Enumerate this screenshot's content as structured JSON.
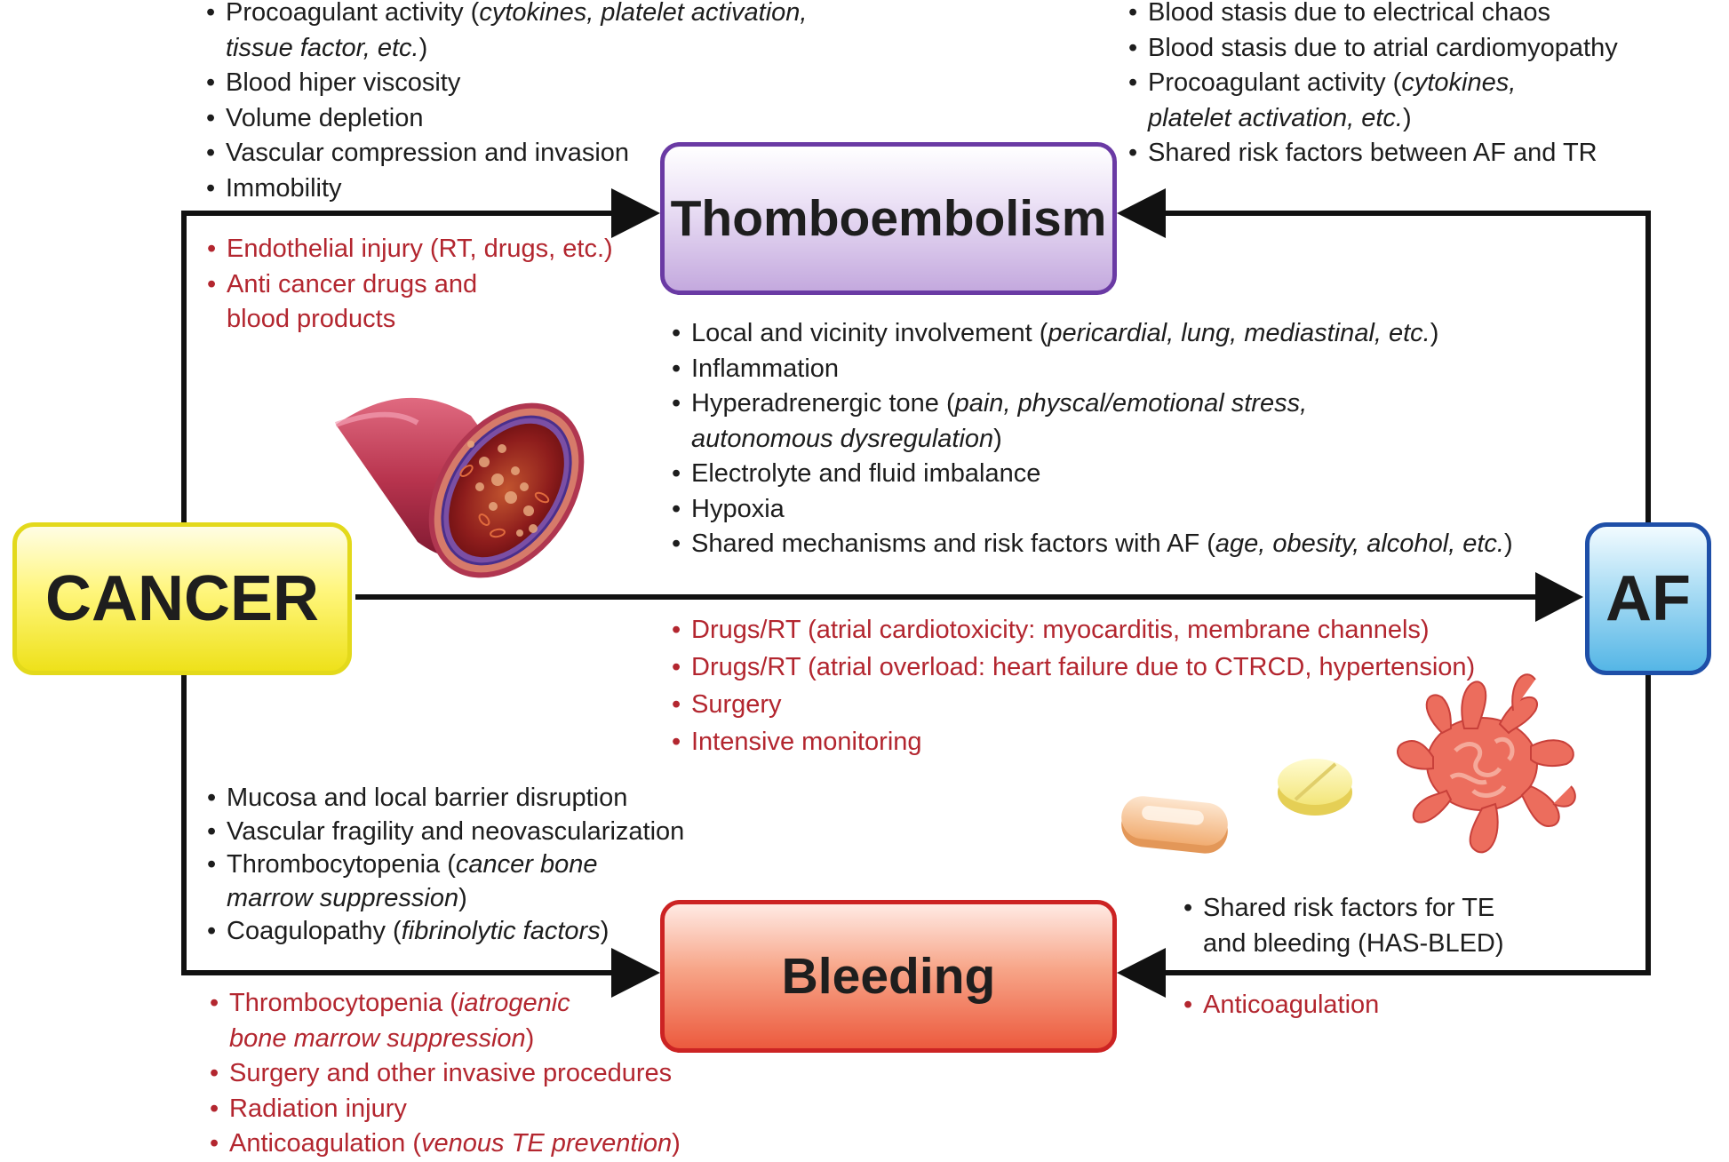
{
  "nodes": {
    "thromboembolism": "Thomboembolism",
    "bleeding": "Bleeding",
    "cancer": "CANCER",
    "af": "AF"
  },
  "colors": {
    "thromboembolism_border": "#6a3aa4",
    "bleeding_border": "#cc2323",
    "cancer_border": "#e3d91b",
    "af_border": "#1e4fa8",
    "arrow": "#111111",
    "black_text": "#1d1d1d",
    "red_text": "#b3262f"
  },
  "cancer_to_te": {
    "black": [
      {
        "text": "Procoagulant activity (",
        "italic": "cytokines, platelet activation,",
        "cont_italic": "tissue factor, etc.",
        "cont_end": ")"
      },
      {
        "text": "Blood hiper viscosity"
      },
      {
        "text": "Volume depletion"
      },
      {
        "text": "Vascular compression and invasion"
      },
      {
        "text": "Immobility"
      }
    ],
    "red": [
      {
        "text": "Endothelial injury (RT, drugs, etc.)"
      },
      {
        "text": "Anti cancer drugs and",
        "cont": "blood products"
      }
    ]
  },
  "af_to_te": {
    "black": [
      {
        "text": "Blood stasis due to electrical chaos"
      },
      {
        "text": "Blood stasis due to atrial cardiomyopathy"
      },
      {
        "text": "Procoagulant activity (",
        "italic": "cytokines,",
        "cont_italic": "platelet activation, etc.",
        "cont_end": ")"
      },
      {
        "text": "Shared risk factors between AF and TR"
      }
    ]
  },
  "cancer_to_af": {
    "black": [
      {
        "text": "Local and vicinity involvement (",
        "italic": "pericardial, lung, mediastinal, etc.",
        "end": ")"
      },
      {
        "text": "Inflammation"
      },
      {
        "text": "Hyperadrenergic tone (",
        "italic": "pain, physcal/emotional stress,",
        "cont_italic": "autonomous dysregulation",
        "cont_end": ")"
      },
      {
        "text": "Electrolyte and fluid imbalance"
      },
      {
        "text": "Hypoxia"
      },
      {
        "text": "Shared mechanisms and risk factors with AF (",
        "italic": "age, obesity, alcohol, etc.",
        "end": ")"
      }
    ],
    "red": [
      {
        "text": "Drugs/RT (atrial cardiotoxicity: myocarditis, membrane channels)"
      },
      {
        "text": "Drugs/RT (atrial overload: heart failure due to CTRCD, hypertension)"
      },
      {
        "text": "Surgery"
      },
      {
        "text": "Intensive monitoring"
      }
    ]
  },
  "cancer_to_bleeding": {
    "black": [
      {
        "text": "Mucosa and local barrier disruption"
      },
      {
        "text": "Vascular fragility and neovascularization"
      },
      {
        "text": "Thrombocytopenia (",
        "italic": "cancer bone",
        "cont_italic": "marrow suppression",
        "cont_end": ")"
      },
      {
        "text": "Coagulopathy (",
        "italic": "fibrinolytic factors",
        "end": ")"
      }
    ],
    "red": [
      {
        "text": "Thrombocytopenia (",
        "italic": "iatrogenic",
        "cont_italic": "bone marrow suppression",
        "cont_end": ")"
      },
      {
        "text": "Surgery and other invasive procedures"
      },
      {
        "text": "Radiation injury"
      },
      {
        "text": "Anticoagulation (",
        "italic": "venous TE prevention",
        "end": ")"
      }
    ]
  },
  "af_to_bleeding": {
    "black": [
      {
        "text": "Shared risk factors for TE",
        "cont": "and bleeding (HAS-BLED)"
      }
    ],
    "red": [
      {
        "text": "Anticoagulation"
      }
    ]
  },
  "illustrations": [
    "blood-vessel-illustration",
    "capsule-pill-icon",
    "tablet-pill-icon",
    "activated-platelet-illustration"
  ]
}
